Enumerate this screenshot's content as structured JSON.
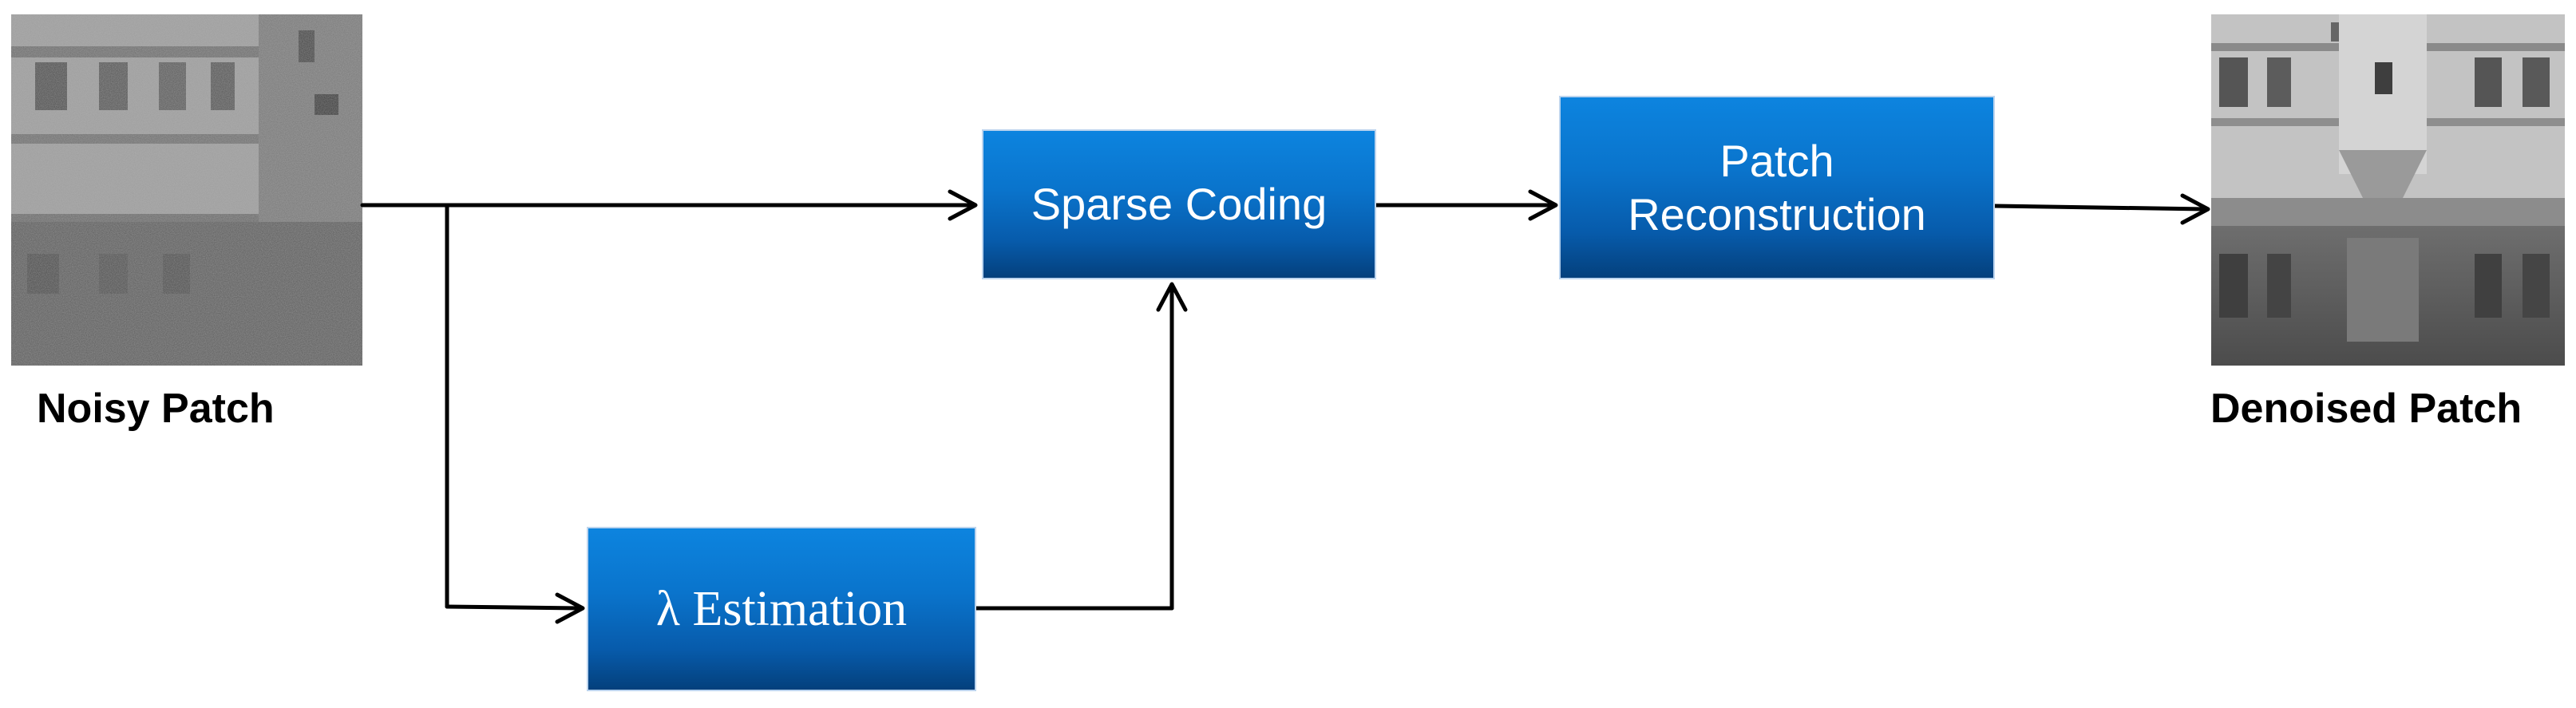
{
  "diagram": {
    "inputs": {
      "noisy_caption": "Noisy Patch",
      "denoised_caption": "Denoised Patch"
    },
    "nodes": {
      "sparse_coding": "Sparse Coding",
      "patch_reconstruction_line1": "Patch",
      "patch_reconstruction_line2": "Reconstruction",
      "lambda_estimation": "λ Estimation"
    },
    "colors": {
      "node_top": "#0d84df",
      "node_bottom": "#04407c",
      "node_text": "#ffffff",
      "arrow": "#000000"
    }
  }
}
